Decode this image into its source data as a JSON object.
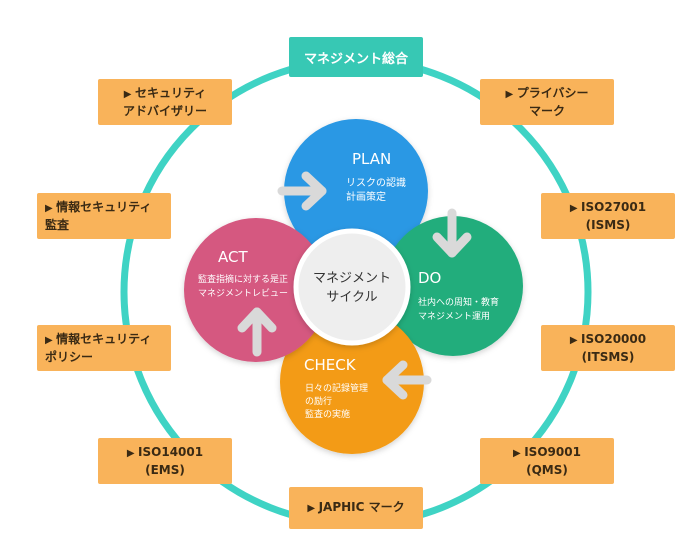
{
  "title": "マネジメント総合",
  "center": {
    "line1": "マネジメント",
    "line2": "サイクル"
  },
  "phases": {
    "plan": {
      "name": "PLAN",
      "desc1": "リスクの認識",
      "desc2": "計画策定",
      "desc3": "",
      "color": "#2b98e4"
    },
    "do": {
      "name": "DO",
      "desc1": "社内への周知・教育",
      "desc2": "マネジメント運用",
      "desc3": "",
      "color": "#21ad7c"
    },
    "check": {
      "name": "CHECK",
      "desc1": "日々の記録管理",
      "desc2": "の励行",
      "desc3": "監査の実施",
      "color": "#f39b12"
    },
    "act": {
      "name": "ACT",
      "desc1": "監査指摘に対する是正",
      "desc2": "マネジメントレビュー",
      "desc3": "",
      "color": "#d55880"
    }
  },
  "items": {
    "security_advisory": {
      "line1": "セキュリティ",
      "line2": "アドバイザリー"
    },
    "privacy_mark": {
      "line1": "プライバシー",
      "line2": "マーク"
    },
    "infosec_audit": {
      "line1": "情報セキュリティ",
      "line2": "監査"
    },
    "iso27001": {
      "line1": "ISO27001",
      "line2": "(ISMS)"
    },
    "infosec_policy": {
      "line1": "情報セキュリティ",
      "line2": "ポリシー"
    },
    "iso20000": {
      "line1": "ISO20000",
      "line2": "(ITSMS)"
    },
    "iso14001": {
      "line1": "ISO14001",
      "line2": "(EMS)"
    },
    "iso9001": {
      "line1": "ISO9001",
      "line2": "(QMS)"
    },
    "japhic": {
      "line1": "JAPHIC マーク"
    }
  },
  "colors": {
    "ring": "#3fd3c4",
    "box": "#f9b35a",
    "title_box": "#37c8b4",
    "center_circle": "#eeeeee",
    "arrow": "#d9d9d9"
  }
}
